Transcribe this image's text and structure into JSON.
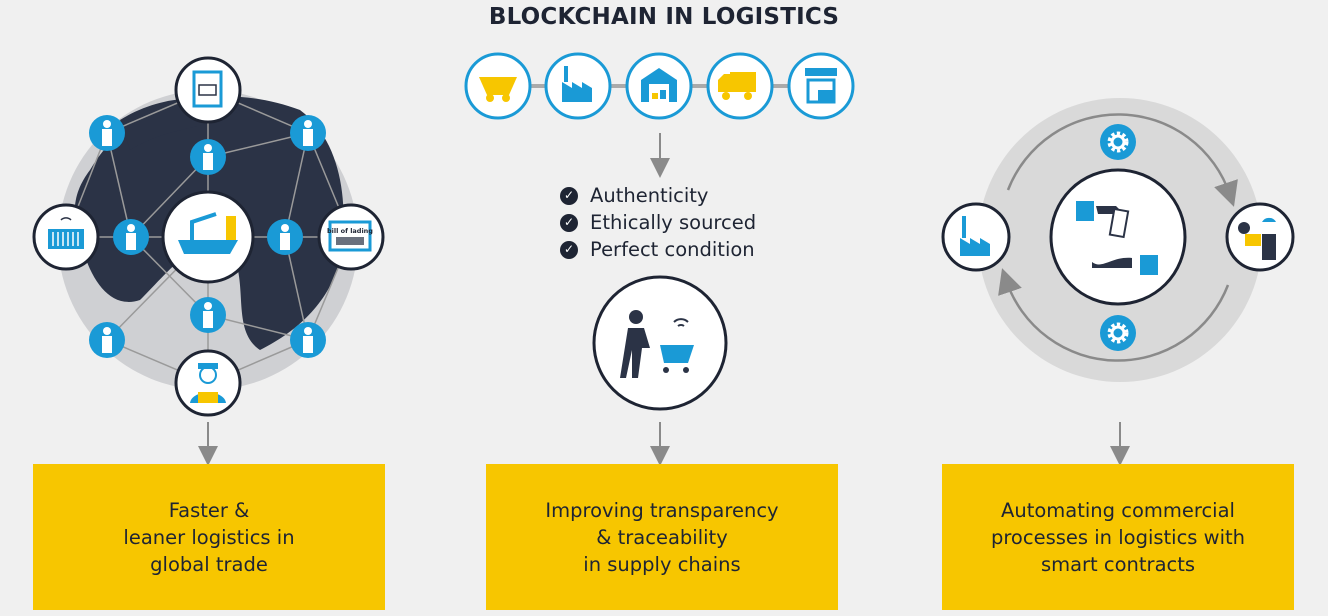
{
  "title": "BLOCKCHAIN IN LOGISTICS",
  "supply_chain_icons": [
    "mine-cart-icon",
    "factory-icon",
    "warehouse-icon",
    "truck-icon",
    "store-icon"
  ],
  "checklist": [
    "Authenticity",
    "Ethically sourced",
    "Perfect condition"
  ],
  "left_network": {
    "nodes": [
      "document-icon",
      "container-icon",
      "ship-icon",
      "bill-of-lading-icon",
      "customs-officer-icon"
    ],
    "document_label": "bill of lading"
  },
  "right_cycle": {
    "nodes": [
      "factory-icon",
      "payment-hands-icon",
      "courier-icon",
      "gear-icon",
      "gear-icon"
    ]
  },
  "boxes": [
    {
      "text": "Faster &\nleaner logistics in\nglobal trade"
    },
    {
      "text": "Improving transparency\n& traceability\nin supply chains"
    },
    {
      "text": "Automating commercial\nprocesses in logistics with\nsmart contracts"
    }
  ],
  "colors": {
    "background": "#f0f0f0",
    "blue": "#1a9ad6",
    "yellow": "#f7c600",
    "navy": "#2b3346",
    "gray": "#d9d9d9"
  }
}
